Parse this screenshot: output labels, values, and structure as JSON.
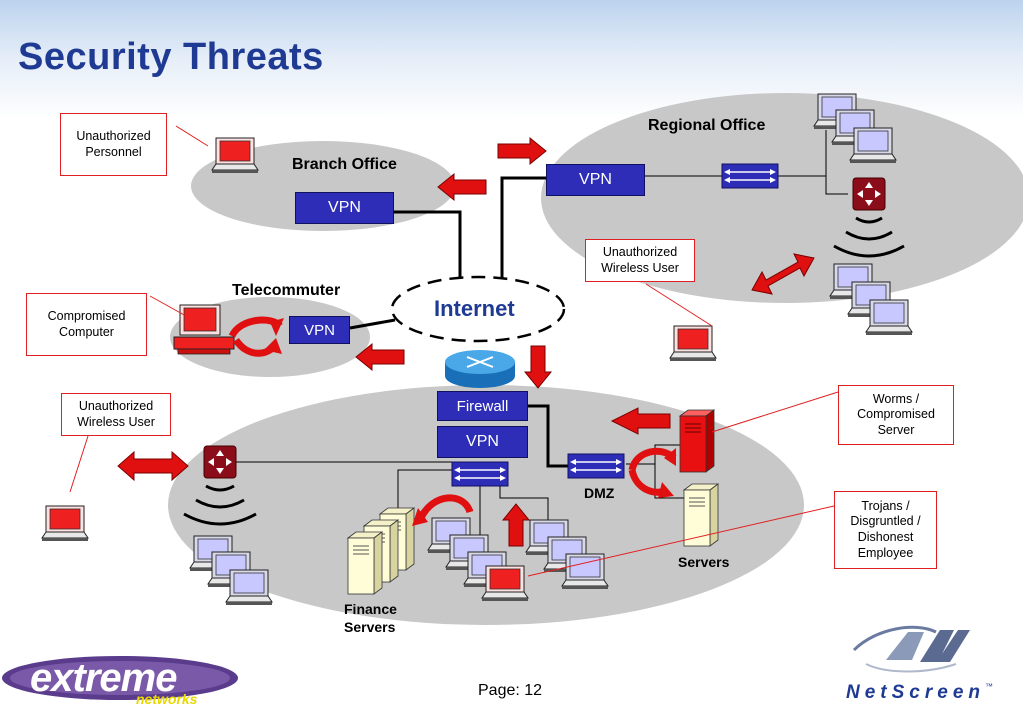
{
  "title": "Security Threats",
  "sites": {
    "branch_office": "Branch Office",
    "regional_office": "Regional Office",
    "telecommuter": "Telecommuter",
    "internet": "Internet",
    "dmz": "DMZ",
    "servers": "Servers",
    "finance_servers": "Finance\nServers"
  },
  "devices": {
    "vpn_branch": "VPN",
    "vpn_regional": "VPN",
    "vpn_telecommuter": "VPN",
    "vpn_hq": "VPN",
    "firewall": "Firewall"
  },
  "callouts": {
    "unauthorized_personnel": "Unauthorized\nPersonnel",
    "compromised_computer": "Compromised\nComputer",
    "unauthorized_wireless_regional": "Unauthorized\nWireless User",
    "unauthorized_wireless_hq": "Unauthorized\nWireless User",
    "worms": "Worms /\nCompromised\nServer",
    "trojans": "Trojans /\nDisgruntled /\nDishonest\nEmployee"
  },
  "footer": {
    "page": "Page: 12",
    "extreme_logo": "extreme",
    "extreme_sub": "networks",
    "netscreen_logo": "NetScreen",
    "netscreen_tm": "™"
  },
  "colors": {
    "title": "#1f3a93",
    "vpn_box": "#2d2db8",
    "threat_red": "#e01010",
    "zone_gray": "#c8c8c8",
    "callout_border": "#e02020"
  }
}
